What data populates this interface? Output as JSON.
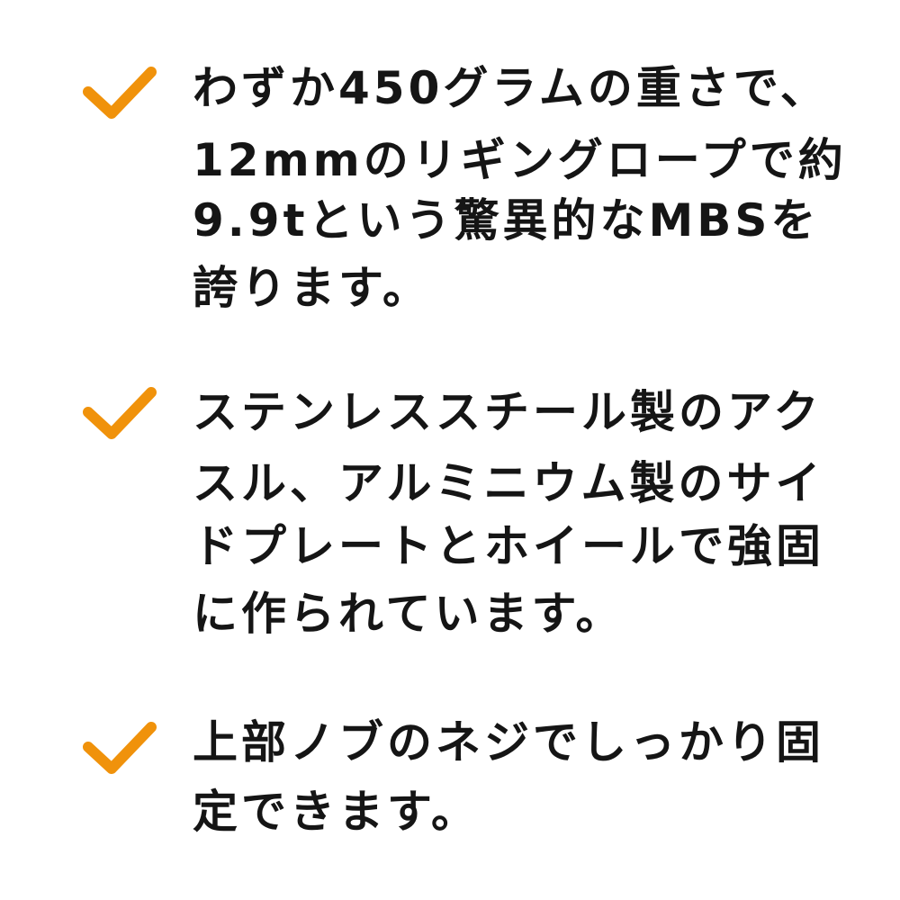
{
  "accent_color": "#f0920b",
  "highlight_color": "#f6c700",
  "text_color": "#151515",
  "icon": "check-mark-icon",
  "items": [
    {
      "lines": [
        {
          "hl": "わずか450グラムの",
          "plain": "重さで、"
        },
        {
          "plain": "12mmのリギングロープで約"
        },
        {
          "hl": "9.9tという驚異的なMBSを"
        },
        {
          "plain": "誇ります。"
        }
      ]
    },
    {
      "lines": [
        {
          "plain": "ステンレススチール製のアク"
        },
        {
          "plain": "スル、アルミニウム製のサイ"
        },
        {
          "plain": "ドプレートとホイールで",
          "hl": "強固"
        },
        {
          "hl": "に作られています。"
        }
      ]
    },
    {
      "lines": [
        {
          "plain": "上部ノブのネジで",
          "hl": "しっかり固"
        },
        {
          "hl": "定できます。"
        }
      ]
    }
  ]
}
